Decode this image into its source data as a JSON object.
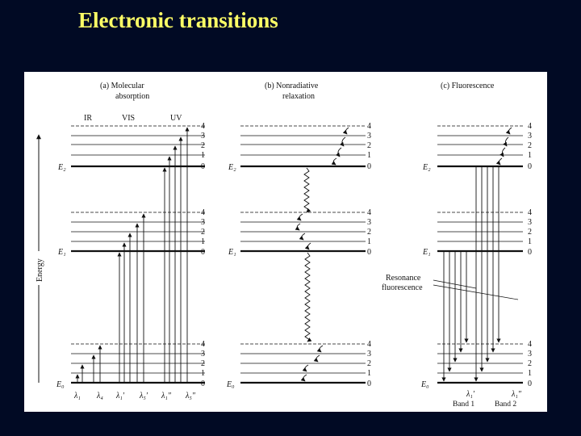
{
  "title": "Electronic transitions",
  "panels": [
    {
      "header1": "(a)  Molecular",
      "header2": "absorption"
    },
    {
      "header1": "(b)  Nonradiative",
      "header2": "relaxation"
    },
    {
      "header1": "(c)  Fluorescence",
      "header2": ""
    }
  ],
  "regions": [
    "IR",
    "VIS",
    "UV"
  ],
  "energy_axis_label": "Energy",
  "electronic_states": [
    "E₂",
    "E₁",
    "E₀"
  ],
  "vibrational_levels": [
    "4",
    "3",
    "2",
    "1",
    "0"
  ],
  "wavelengths": [
    "λ₁",
    "λ₄",
    "λ₁′",
    "λ₅′",
    "λ₁″",
    "λ₅″"
  ],
  "resonance_label_1": "Resonance",
  "resonance_label_2": "fluorescence",
  "fluorescence_wavelengths": [
    "λ₁′",
    "λ₁″"
  ],
  "bands": [
    "Band 1",
    "Band 2"
  ],
  "colors": {
    "background": "#010a24",
    "title": "#ffff66",
    "figure": "#ffffff",
    "ink": "#111111"
  }
}
